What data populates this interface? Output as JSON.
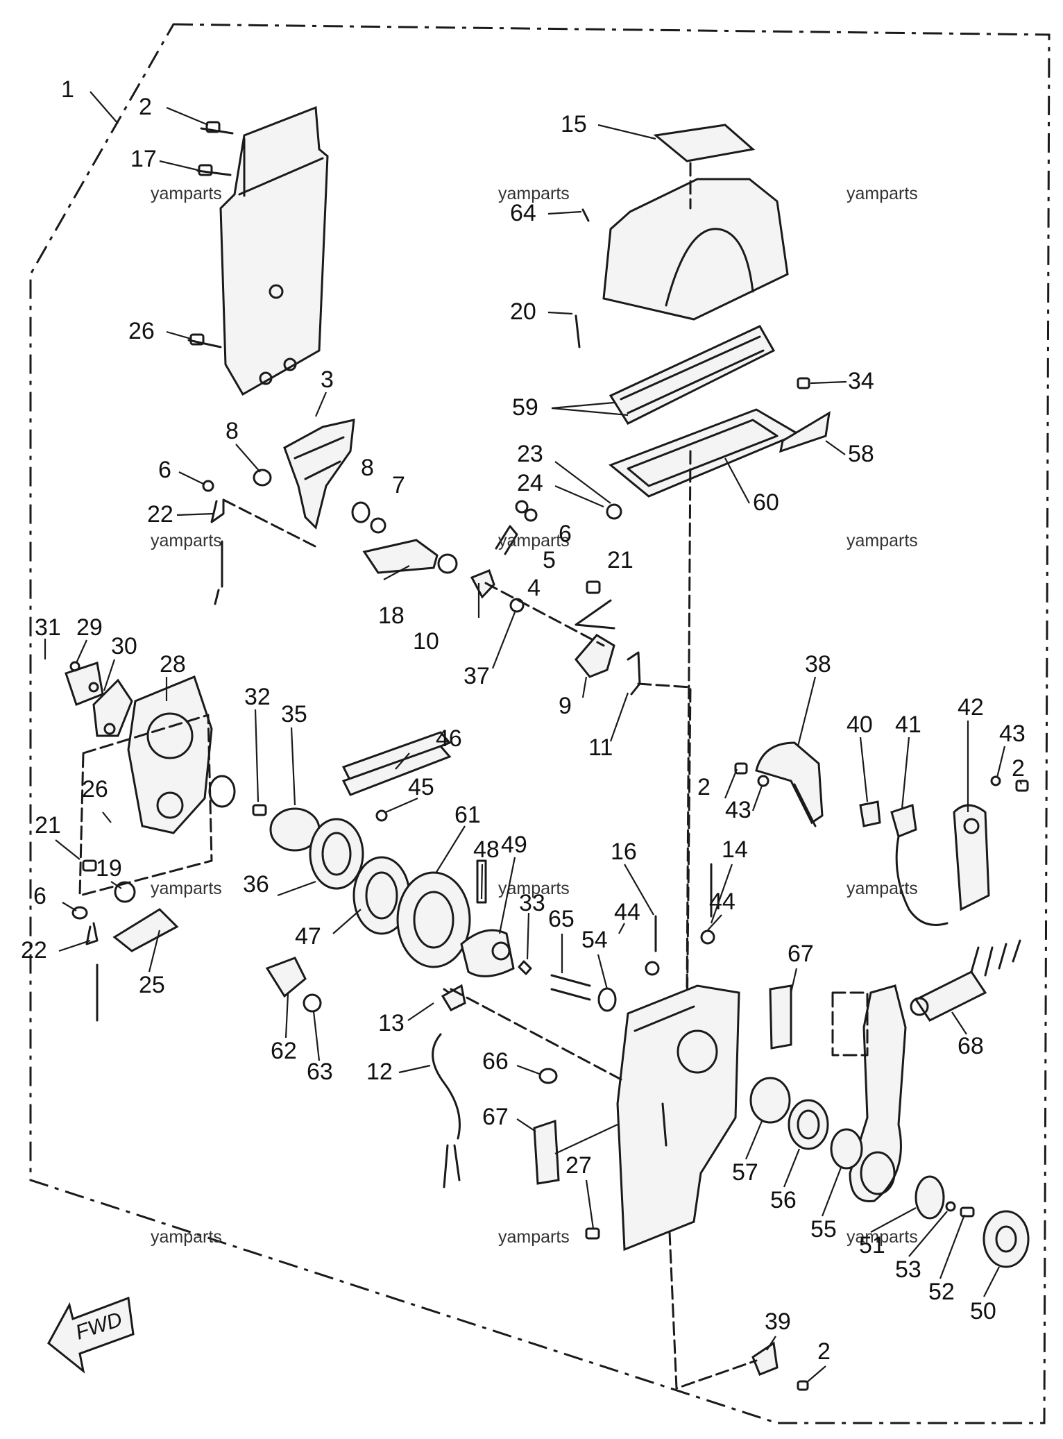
{
  "diagram": {
    "callouts": [
      "1",
      "2",
      "17",
      "26",
      "3",
      "8",
      "6",
      "22",
      "8",
      "7",
      "18",
      "23",
      "24",
      "6",
      "5",
      "4",
      "21",
      "10",
      "37",
      "9",
      "11",
      "15",
      "64",
      "20",
      "34",
      "59",
      "58",
      "60",
      "31",
      "29",
      "30",
      "28",
      "32",
      "35",
      "46",
      "45",
      "26",
      "21",
      "19",
      "6",
      "22",
      "25",
      "36",
      "47",
      "61",
      "48",
      "49",
      "33",
      "16",
      "14",
      "44",
      "65",
      "54",
      "44",
      "13",
      "12",
      "66",
      "67",
      "62",
      "63",
      "38",
      "40",
      "41",
      "42",
      "43",
      "2",
      "2",
      "43",
      "67",
      "68",
      "27",
      "57",
      "56",
      "55",
      "51",
      "53",
      "52",
      "50",
      "39",
      "2"
    ],
    "watermark": "yamparts",
    "fwd_label": "FWD"
  }
}
